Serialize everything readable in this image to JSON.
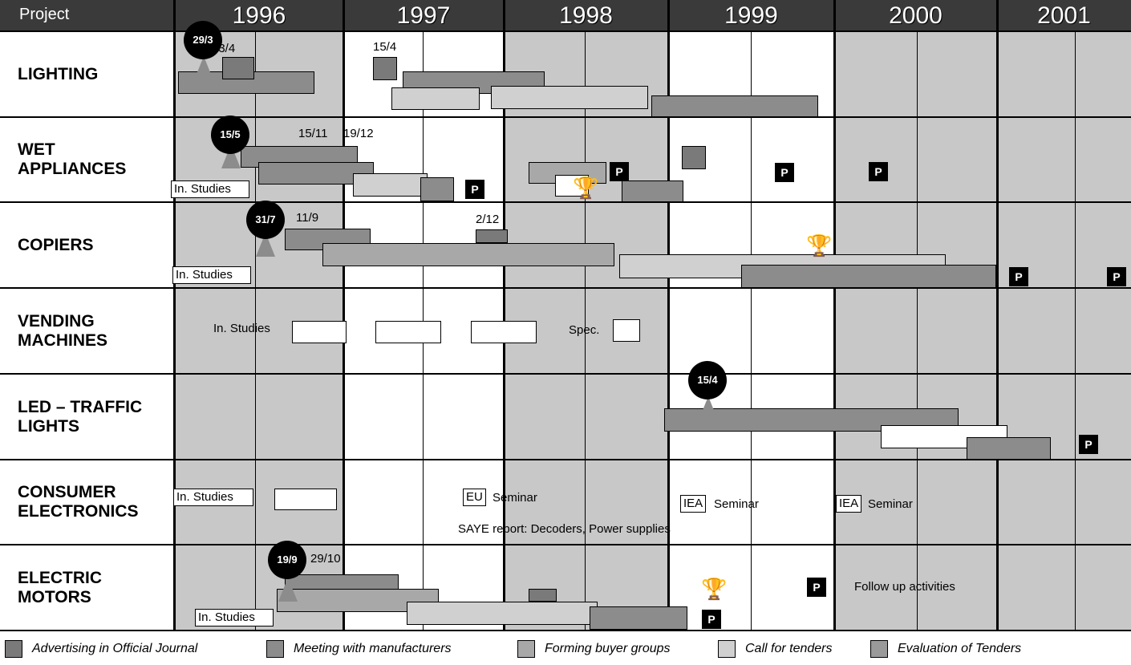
{
  "header": {
    "project_label": "Project",
    "years": [
      "1996",
      "1997",
      "1998",
      "1999",
      "2000",
      "2001"
    ]
  },
  "rows": [
    {
      "label_lines": [
        "LIGHTING"
      ]
    },
    {
      "label_lines": [
        "WET",
        "APPLIANCES"
      ]
    },
    {
      "label_lines": [
        "COPIERS"
      ]
    },
    {
      "label_lines": [
        "VENDING",
        "MACHINES"
      ]
    },
    {
      "label_lines": [
        "LED – TRAFFIC",
        "LIGHTS"
      ]
    },
    {
      "label_lines": [
        "CONSUMER",
        "ELECTRONICS"
      ]
    },
    {
      "label_lines": [
        "ELECTRIC",
        "MOTORS"
      ]
    }
  ],
  "milestones": [
    "29/3",
    "15/5",
    "31/7",
    "15/4",
    "19/9"
  ],
  "date_labels": [
    "23/4",
    "15/4",
    "15/11",
    "19/12",
    "11/9",
    "2/12",
    "29/10"
  ],
  "in_studies": "In. Studies",
  "p_badge": "P",
  "texts": {
    "spec": "Spec.",
    "eu": "EU",
    "iea1": "IEA",
    "iea2": "IEA",
    "seminar": "Seminar",
    "saye": "SAYE report: Decoders, Power supplies",
    "follow": "Follow up activities"
  },
  "legend": [
    {
      "label": "Advertising in Official Journal",
      "color": "#7a7a7a"
    },
    {
      "label": "Meeting with manufacturers",
      "color": "#8c8c8c"
    },
    {
      "label": "Forming buyer groups",
      "color": "#a8a8a8"
    },
    {
      "label": "Call for tenders",
      "color": "#d0d0d0"
    },
    {
      "label": "Evaluation of Tenders",
      "color": "#9a9a9a"
    }
  ],
  "colors": {
    "header": "#3a3a3a",
    "shaded": "#c8c8c8",
    "white": "#ffffff"
  }
}
